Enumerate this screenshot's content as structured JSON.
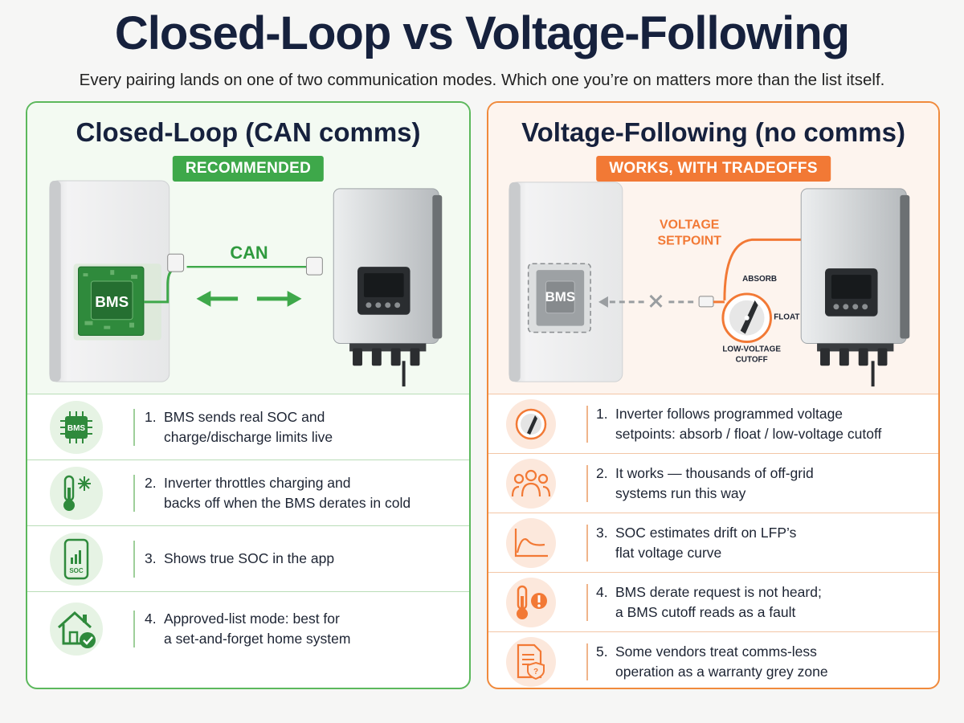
{
  "title": "Closed-Loop vs Voltage-Following",
  "subtitle": "Every pairing lands on one of two communication modes. Which one you’re on matters more than the list itself.",
  "left": {
    "heading": "Closed-Loop (CAN comms)",
    "badge": "RECOMMENDED",
    "bms_label": "BMS",
    "link_label": "CAN",
    "rows": [
      {
        "num": "1.",
        "line1": "BMS sends real SOC and",
        "line2": "charge/discharge limits live",
        "icon": "bms-chip-icon",
        "icon_text": "BMS"
      },
      {
        "num": "2.",
        "line1": "Inverter throttles charging and",
        "line2": "backs off when the BMS derates in cold",
        "icon": "thermometer-snowflake-icon"
      },
      {
        "num": "3.",
        "line1": "Shows true SOC in the app",
        "line2": "",
        "icon": "phone-soc-icon",
        "icon_text": "SOC"
      },
      {
        "num": "4.",
        "line1": "Approved-list mode: best for",
        "line2": "a set-and-forget home system",
        "icon": "house-check-icon"
      }
    ],
    "accent": "#3ea84a"
  },
  "right": {
    "heading": "Voltage-Following (no comms)",
    "badge": "WORKS, WITH TRADEOFFS",
    "bms_label": "BMS",
    "setpoint_label_1": "VOLTAGE",
    "setpoint_label_2": "SETPOINT",
    "dial_absorb": "ABSORB",
    "dial_float": "FLOAT",
    "dial_lvc_1": "LOW-VOLTAGE",
    "dial_lvc_2": "CUTOFF",
    "rows": [
      {
        "num": "1.",
        "line1": "Inverter follows programmed voltage",
        "line2": "setpoints: absorb / float / low-voltage cutoff",
        "icon": "dial-knob-icon"
      },
      {
        "num": "2.",
        "line1": "It works — thousands of off-grid",
        "line2": "systems run this way",
        "icon": "people-group-icon"
      },
      {
        "num": "3.",
        "line1": "SOC estimates drift on LFP’s",
        "line2": "flat voltage curve",
        "icon": "flat-curve-icon"
      },
      {
        "num": "4.",
        "line1": "BMS derate request is not heard;",
        "line2": "a BMS cutoff reads as a fault",
        "icon": "thermometer-alert-icon"
      },
      {
        "num": "5.",
        "line1": "Some vendors treat comms-less",
        "line2": "operation as a warranty grey zone",
        "icon": "document-shield-icon"
      }
    ],
    "accent": "#f27935"
  }
}
